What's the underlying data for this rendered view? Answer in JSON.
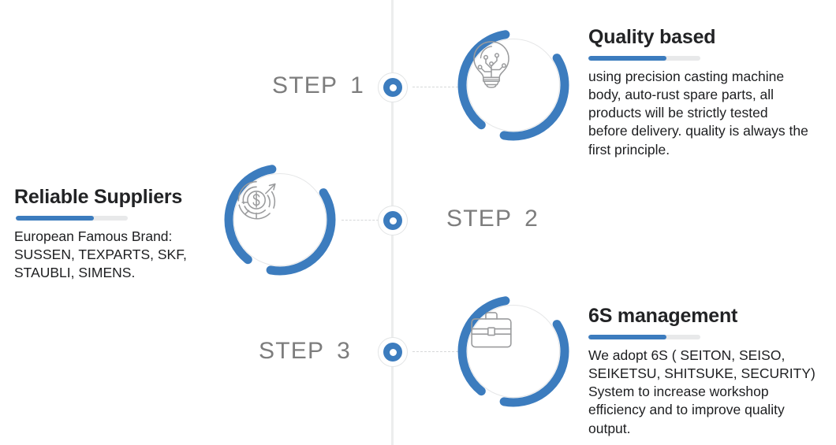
{
  "theme": {
    "accent": "#3c7cbe",
    "track": "#e8e9ea",
    "spine": "#eceded",
    "step_text": "#7d7d7d",
    "heading_text": "#222325",
    "body_text": "#1d1e20"
  },
  "spine": {
    "name": "vertical-timeline"
  },
  "steps": [
    {
      "id": "step-1",
      "label": "STEP",
      "number": "1",
      "label_side": "left",
      "icon": "lightbulb-circuit-icon",
      "icon_side": "right"
    },
    {
      "id": "step-2",
      "label": "STEP",
      "number": "2",
      "label_side": "right",
      "icon": "dollar-target-icon",
      "icon_side": "left"
    },
    {
      "id": "step-3",
      "label": "STEP",
      "number": "3",
      "label_side": "left",
      "icon": "briefcase-icon",
      "icon_side": "right"
    }
  ],
  "blocks": [
    {
      "id": "quality-based",
      "title": "Quality based",
      "body": "using precision casting machine body, auto-rust spare parts, all products will be strictly tested before delivery. quality is always the first principle.",
      "bar_fill_percent": 70
    },
    {
      "id": "reliable-suppliers",
      "title": "Reliable Suppliers",
      "body": "European Famous Brand: SUSSEN, TEXPARTS, SKF, STAUBLI, SIMENS.",
      "bar_fill_percent": 70
    },
    {
      "id": "6s-management",
      "title": "6S management",
      "body": "We adopt 6S ( SEITON, SEISO, SEIKETSU, SHITSUKE, SECURITY) System to increase workshop efficiency and to improve quality output.",
      "bar_fill_percent": 70
    }
  ]
}
